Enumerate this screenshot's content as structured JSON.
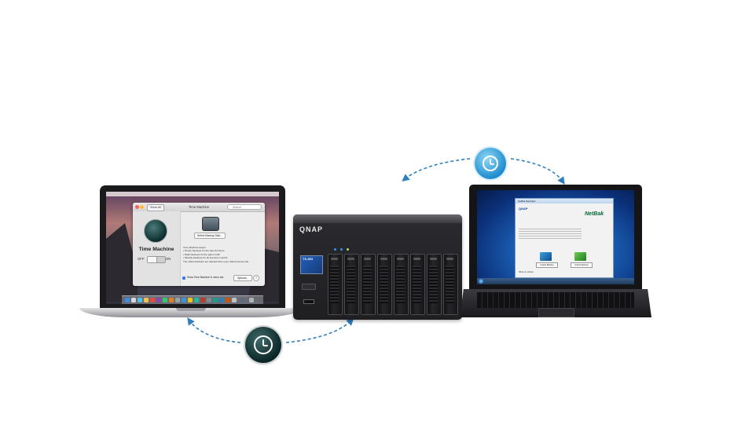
{
  "mac_window": {
    "show_all": "Show All",
    "title": "Time Machine",
    "search_placeholder": "Search",
    "app_name": "Time Machine",
    "off": "OFF",
    "on": "ON",
    "select_disk": "Select Backup Disk...",
    "keeps_heading": "Time Machine keeps:",
    "keeps_1": "• Hourly backups for the past 24 hours",
    "keeps_2": "• Daily backups for the past month",
    "keeps_3": "• Weekly backups for all previous months",
    "keeps_4": "The oldest backups are deleted when your disk becomes full.",
    "show_menu": "Show Time Machine in menu bar",
    "options": "Options...",
    "help": "?"
  },
  "nas": {
    "brand": "QNAP",
    "lcd": "TS-853"
  },
  "netbak": {
    "titlebar": "NetBak Replicator",
    "brand": "QNAP",
    "logo": "NetBak",
    "button_left": "Instant Backup",
    "button_right": "Instant Restore",
    "checkbox": "Show on startup"
  },
  "colors": {
    "arrow": "#2e7fbd",
    "sync_right": "#1f8ccf",
    "sync_left": "#0b2424"
  }
}
